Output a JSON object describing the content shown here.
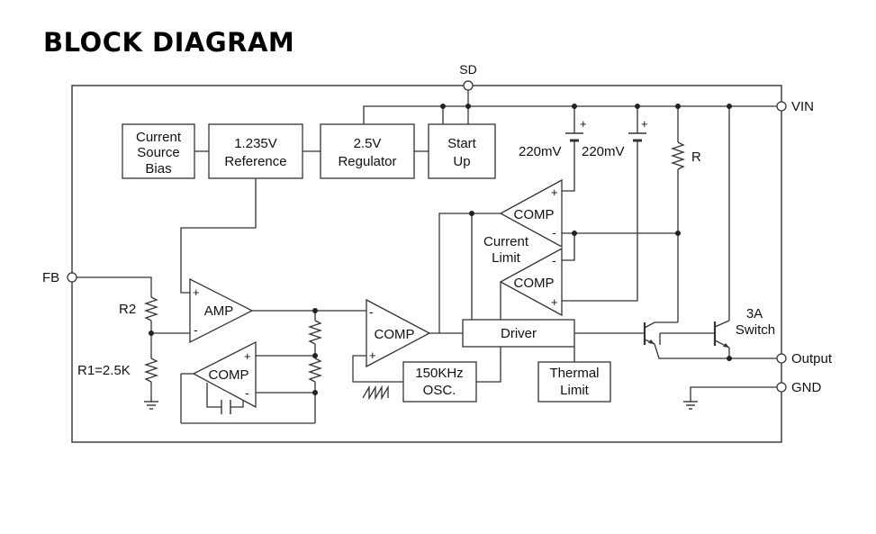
{
  "title": "BLOCK DIAGRAM",
  "pins": {
    "sd": "SD",
    "vin": "VIN",
    "fb": "FB",
    "output": "Output",
    "gnd": "GND"
  },
  "blocks": {
    "current_source_bias": [
      "Current",
      "Source",
      "Bias"
    ],
    "reference": [
      "1.235V",
      "Reference"
    ],
    "regulator": [
      "2.5V",
      "Regulator"
    ],
    "start_up": [
      "Start",
      "Up"
    ],
    "oscillator": [
      "150KHz",
      "OSC."
    ],
    "driver": "Driver",
    "thermal_limit": [
      "Thermal",
      "Limit"
    ]
  },
  "amplifiers": {
    "amp": "AMP",
    "comp_main": "COMP",
    "comp_feedback": "COMP",
    "comp_current_upper": "COMP",
    "comp_current_lower": "COMP",
    "plus": "+",
    "minus": "-"
  },
  "labels": {
    "current_limit": [
      "Current",
      "Limit"
    ],
    "ref_voltage_left": "220mV",
    "ref_voltage_right": "220mV",
    "sense_resistor": "R",
    "r2": "R2",
    "r1": "R1=2.5K",
    "switch": [
      "3A",
      "Switch"
    ]
  }
}
